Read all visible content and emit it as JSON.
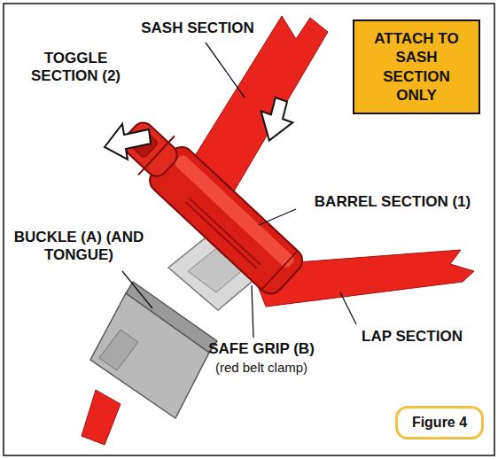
{
  "diagram": {
    "nodes": [
      {
        "text": [
          "ATTACH TO SASH SECTION ONLY"
        ]
      },
      {
        "text": [
          "Figure 4"
        ]
      }
    ],
    "labels": [
      "SASH SECTION",
      "TOGGLE SECTION (2)",
      "BARREL SECTION (1)",
      "BUCKLE (A) (AND TONGUE)",
      "LAP SECTION",
      "SAFE GRIP (B)",
      "(red belt clamp)"
    ]
  }
}
